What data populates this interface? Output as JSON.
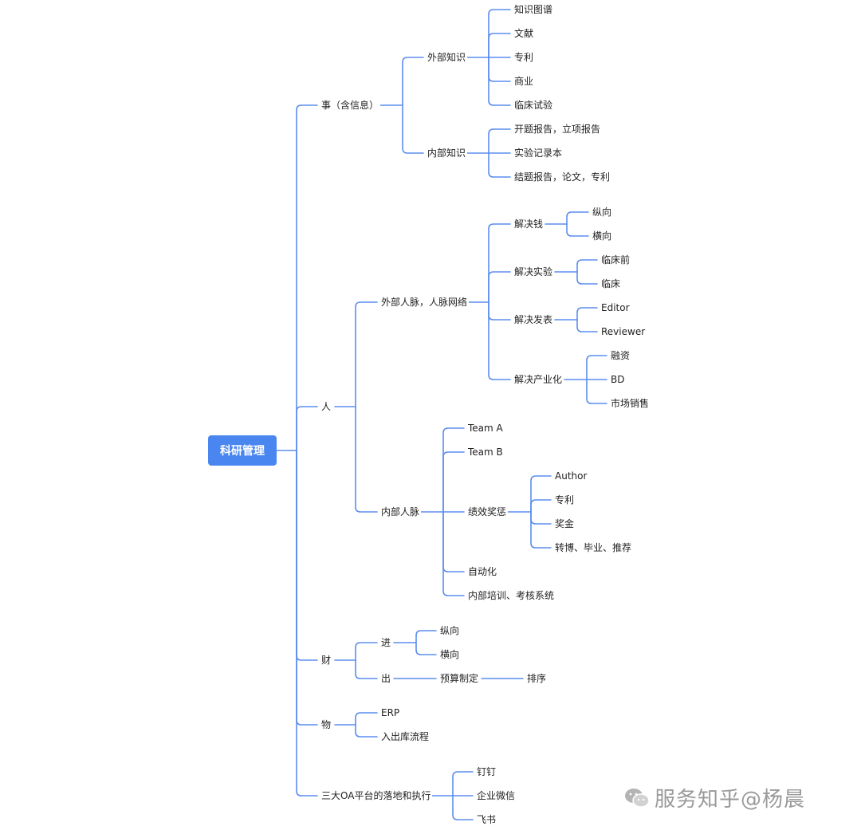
{
  "root": "科研管理",
  "nodes": {
    "n1": "事（含信息）",
    "n1a": "外部知识",
    "n1a1": "知识图谱",
    "n1a2": "文献",
    "n1a3": "专利",
    "n1a4": "商业",
    "n1a5": "临床试验",
    "n1b": "内部知识",
    "n1b1": "开题报告，立项报告",
    "n1b2": "实验记录本",
    "n1b3": "结题报告，论文，专利",
    "n2": "人",
    "n2a": "外部人脉，人脉网络",
    "n2a1": "解决钱",
    "n2a1a": "纵向",
    "n2a1b": "横向",
    "n2a2": "解决实验",
    "n2a2a": "临床前",
    "n2a2b": "临床",
    "n2a3": "解决发表",
    "n2a3a": "Editor",
    "n2a3b": "Reviewer",
    "n2a4": "解决产业化",
    "n2a4a": "融资",
    "n2a4b": "BD",
    "n2a4c": "市场销售",
    "n2b": "内部人脉",
    "n2b1": "Team A",
    "n2b2": "Team B",
    "n2b3": "绩效奖惩",
    "n2b3a": "Author",
    "n2b3b": "专利",
    "n2b3c": "奖金",
    "n2b3d": "转博、毕业、推荐",
    "n2b4": "自动化",
    "n2b5": "内部培训、考核系统",
    "n3": "财",
    "n3a": "进",
    "n3a1": "纵向",
    "n3a2": "横向",
    "n3b": "出",
    "n3b1": "预算制定",
    "n3b1a": "排序",
    "n4": "物",
    "n4a": "ERP",
    "n4b": "入出库流程",
    "n5": "三大OA平台的落地和执行",
    "n5a": "钉钉",
    "n5b": "企业微信",
    "n5c": "飞书"
  },
  "watermark": "服务知乎@杨晨",
  "colors": {
    "line": "#5b8def",
    "root_fill": "#4a86f0",
    "text": "#222222"
  },
  "icons": {
    "watermark": "wechat-icon"
  }
}
